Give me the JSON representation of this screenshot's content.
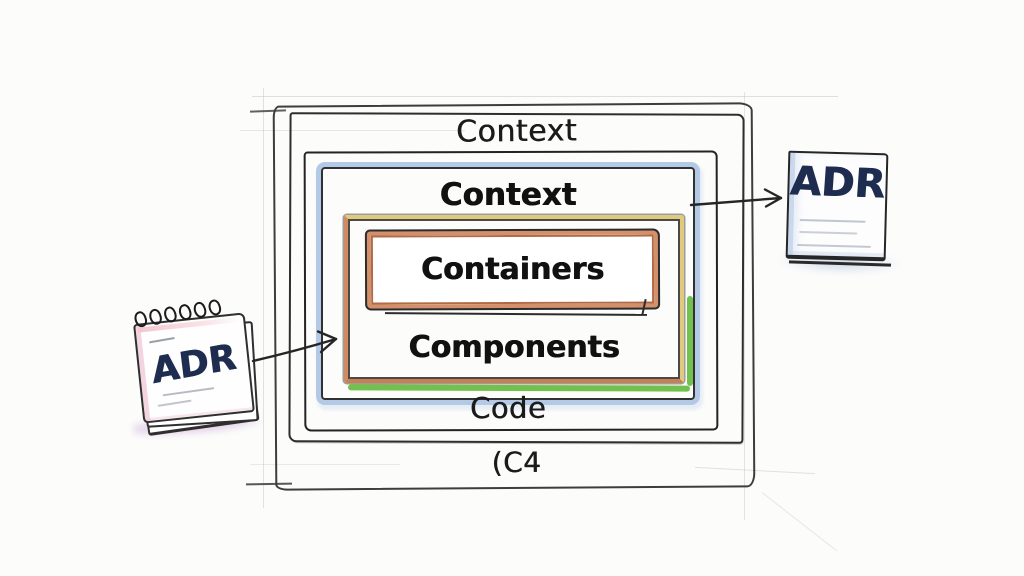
{
  "c4": {
    "outer_context_label": "Context",
    "context_label": "Context",
    "containers_label": "Containers",
    "components_label": "Components",
    "code_label": "Code",
    "caption_label": "(C4"
  },
  "adr": {
    "left_note_label": "ADR",
    "right_note_label": "ADR"
  },
  "icons": {
    "left_notepad": "spiral-notepad-icon",
    "right_note": "note-card-icon",
    "left_arrow": "arrow-right-icon",
    "right_arrow": "arrow-right-icon"
  },
  "colors": {
    "sketch_ink": "#2b2b2b",
    "blue_accent": "#b3c9e6",
    "yellow_accent": "#dfca7e",
    "orange_accent": "#d28b60",
    "orange_deep": "#c87f52",
    "green_accent": "#72c14e",
    "adr_ink": "#1e2c50",
    "pink_accent": "#f0c9da",
    "lavender_accent": "#c9aede",
    "containers_border": "#d3906b"
  }
}
